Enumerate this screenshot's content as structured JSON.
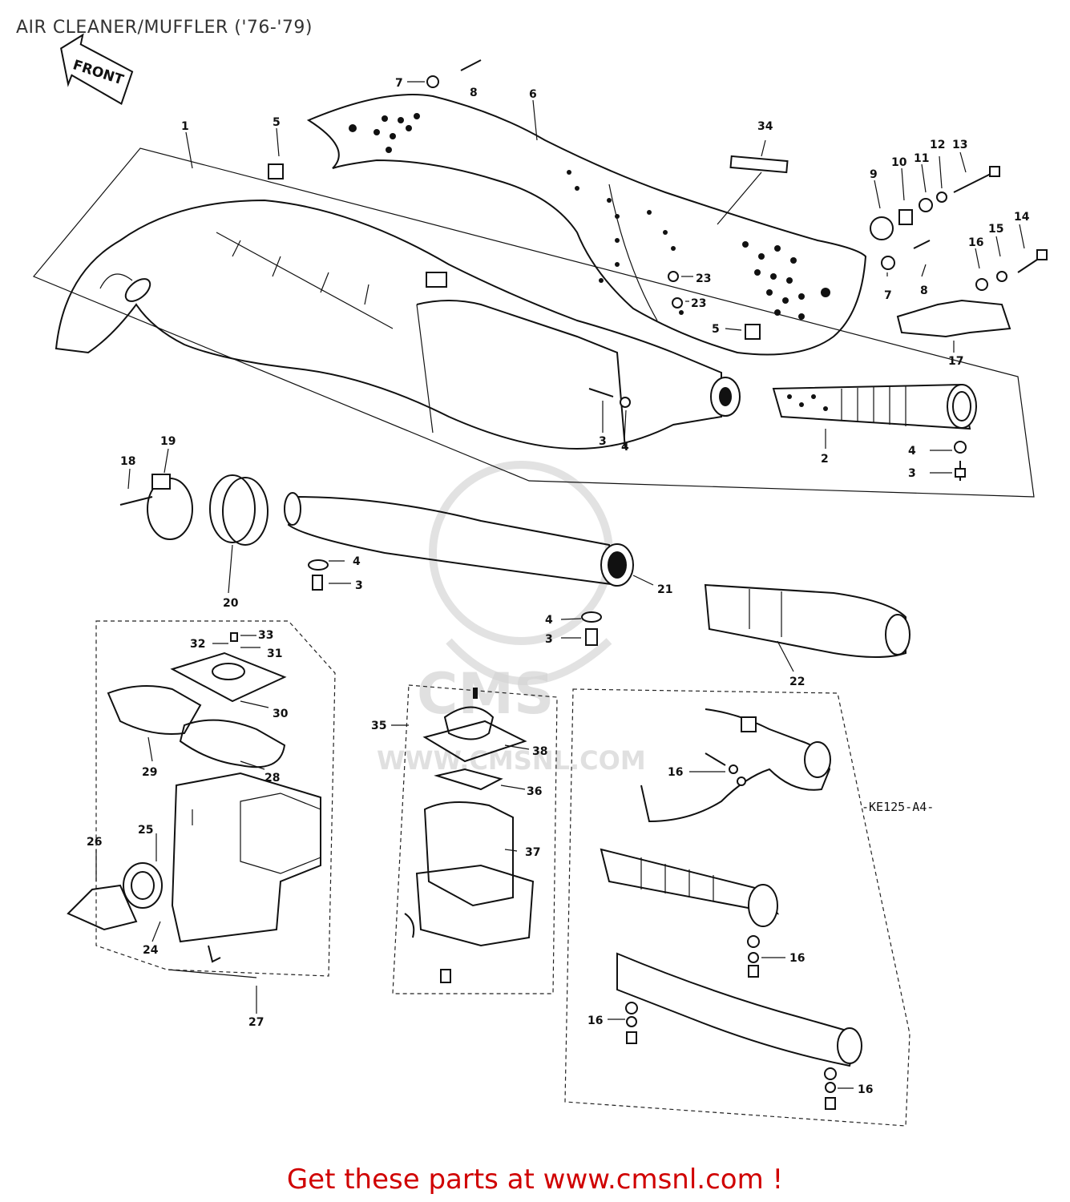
{
  "title": "AIR CLEANER/MUFFLER ('76-'79)",
  "footer": "Get these parts at www.cmsnl.com !",
  "front_arrow_label": "FRONT",
  "drawing_code": "-KE125-A4-",
  "watermark": {
    "logo_text": "CMS",
    "url_text": "WWW.CMSNL.COM"
  },
  "callouts": [
    "1",
    "2",
    "3",
    "4",
    "5",
    "6",
    "7",
    "8",
    "9",
    "10",
    "11",
    "12",
    "13",
    "14",
    "15",
    "16",
    "17",
    "18",
    "19",
    "20",
    "21",
    "22",
    "23",
    "24",
    "25",
    "26",
    "27",
    "28",
    "29",
    "30",
    "31",
    "32",
    "33",
    "34",
    "35",
    "36",
    "37",
    "38"
  ]
}
